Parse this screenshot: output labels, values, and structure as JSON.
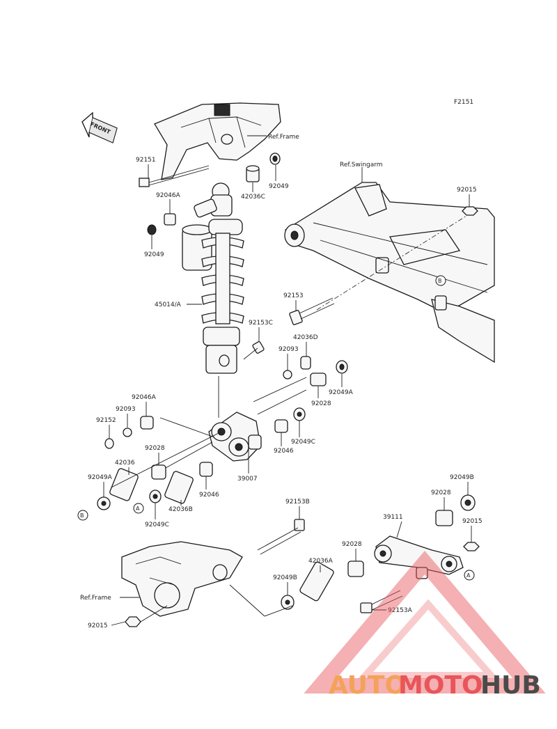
{
  "figure_code": "F2151",
  "front_badge": "FRONT",
  "refs": {
    "frame_top": "Ref.Frame",
    "frame_bottom": "Ref.Frame",
    "swingarm": "Ref.Swingarm"
  },
  "callout_markers": {
    "a": "A",
    "b": "B"
  },
  "parts": [
    {
      "id": "p_92151",
      "label": "92151"
    },
    {
      "id": "p_92046A_top",
      "label": "92046A"
    },
    {
      "id": "p_42036C",
      "label": "42036C"
    },
    {
      "id": "p_92049_top",
      "label": "92049"
    },
    {
      "id": "p_92049_left",
      "label": "92049"
    },
    {
      "id": "p_45014A",
      "label": "45014/A"
    },
    {
      "id": "p_92153",
      "label": "92153"
    },
    {
      "id": "p_92015_top",
      "label": "92015"
    },
    {
      "id": "p_92153C",
      "label": "92153C"
    },
    {
      "id": "p_42036D",
      "label": "42036D"
    },
    {
      "id": "p_92093_right",
      "label": "92093"
    },
    {
      "id": "p_92049A_right",
      "label": "92049A"
    },
    {
      "id": "p_92028_right",
      "label": "92028"
    },
    {
      "id": "p_92046A_mid",
      "label": "92046A"
    },
    {
      "id": "p_92093_left",
      "label": "92093"
    },
    {
      "id": "p_92152",
      "label": "92152"
    },
    {
      "id": "p_92028_left",
      "label": "92028"
    },
    {
      "id": "p_92049C_right",
      "label": "92049C"
    },
    {
      "id": "p_92046_right",
      "label": "92046"
    },
    {
      "id": "p_39007",
      "label": "39007"
    },
    {
      "id": "p_42036",
      "label": "42036"
    },
    {
      "id": "p_92049A_left",
      "label": "92049A"
    },
    {
      "id": "p_42036B",
      "label": "42036B"
    },
    {
      "id": "p_92046_left",
      "label": "92046"
    },
    {
      "id": "p_92049C_left",
      "label": "92049C"
    },
    {
      "id": "p_92153B",
      "label": "92153B"
    },
    {
      "id": "p_92049B_right",
      "label": "92049B"
    },
    {
      "id": "p_92028_low",
      "label": "92028"
    },
    {
      "id": "p_39111",
      "label": "39111"
    },
    {
      "id": "p_92015_right",
      "label": "92015"
    },
    {
      "id": "p_92028_low2",
      "label": "92028"
    },
    {
      "id": "p_42036A",
      "label": "42036A"
    },
    {
      "id": "p_92049B_mid",
      "label": "92049B"
    },
    {
      "id": "p_92153A",
      "label": "92153A"
    },
    {
      "id": "p_92015_bottom",
      "label": "92015"
    }
  ],
  "watermark": {
    "part1": "AUTO",
    "part2": "MOTO",
    "part3": "HUB"
  },
  "colors": {
    "line": "#1a1a1a",
    "watermark_orange": "#f4a259",
    "watermark_red": "#e8555a",
    "watermark_gray": "#4a4a4a"
  }
}
